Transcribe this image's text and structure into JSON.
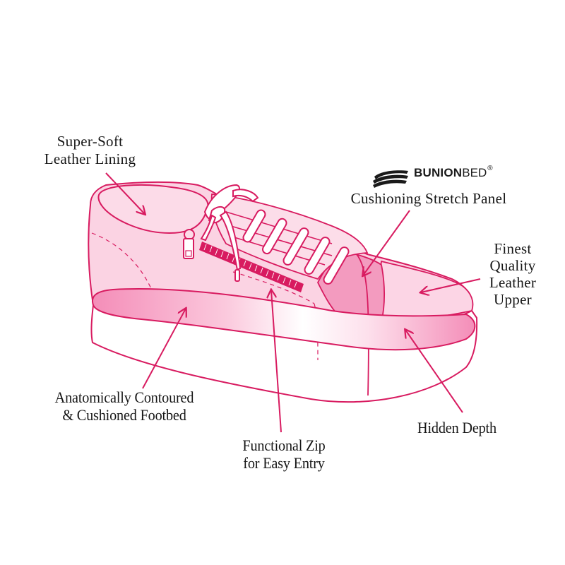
{
  "colors": {
    "line": "#d81b60",
    "fill_light": "#fbd3e3",
    "fill_mid": "#f7a8c8",
    "fill_strong": "#f07fae",
    "sole": "#ffffff",
    "text": "#161616"
  },
  "brand": {
    "name_bold": "BUNION",
    "name_light": "BED",
    "mark": "®",
    "logo_icon": "swoosh-stripes-icon"
  },
  "callouts": {
    "lining": {
      "lines": [
        "Super-Soft",
        "Leather Lining"
      ]
    },
    "stretch_panel": {
      "lines": [
        "Cushioning Stretch Panel"
      ]
    },
    "upper": {
      "lines": [
        "Finest",
        "Quality",
        "Leather",
        "Upper"
      ]
    },
    "footbed": {
      "lines": [
        "Anatomically Contoured",
        "& Cushioned Footbed"
      ]
    },
    "zip": {
      "lines": [
        "Functional Zip",
        "for Easy Entry"
      ]
    },
    "depth": {
      "lines": [
        "Hidden Depth"
      ]
    }
  }
}
